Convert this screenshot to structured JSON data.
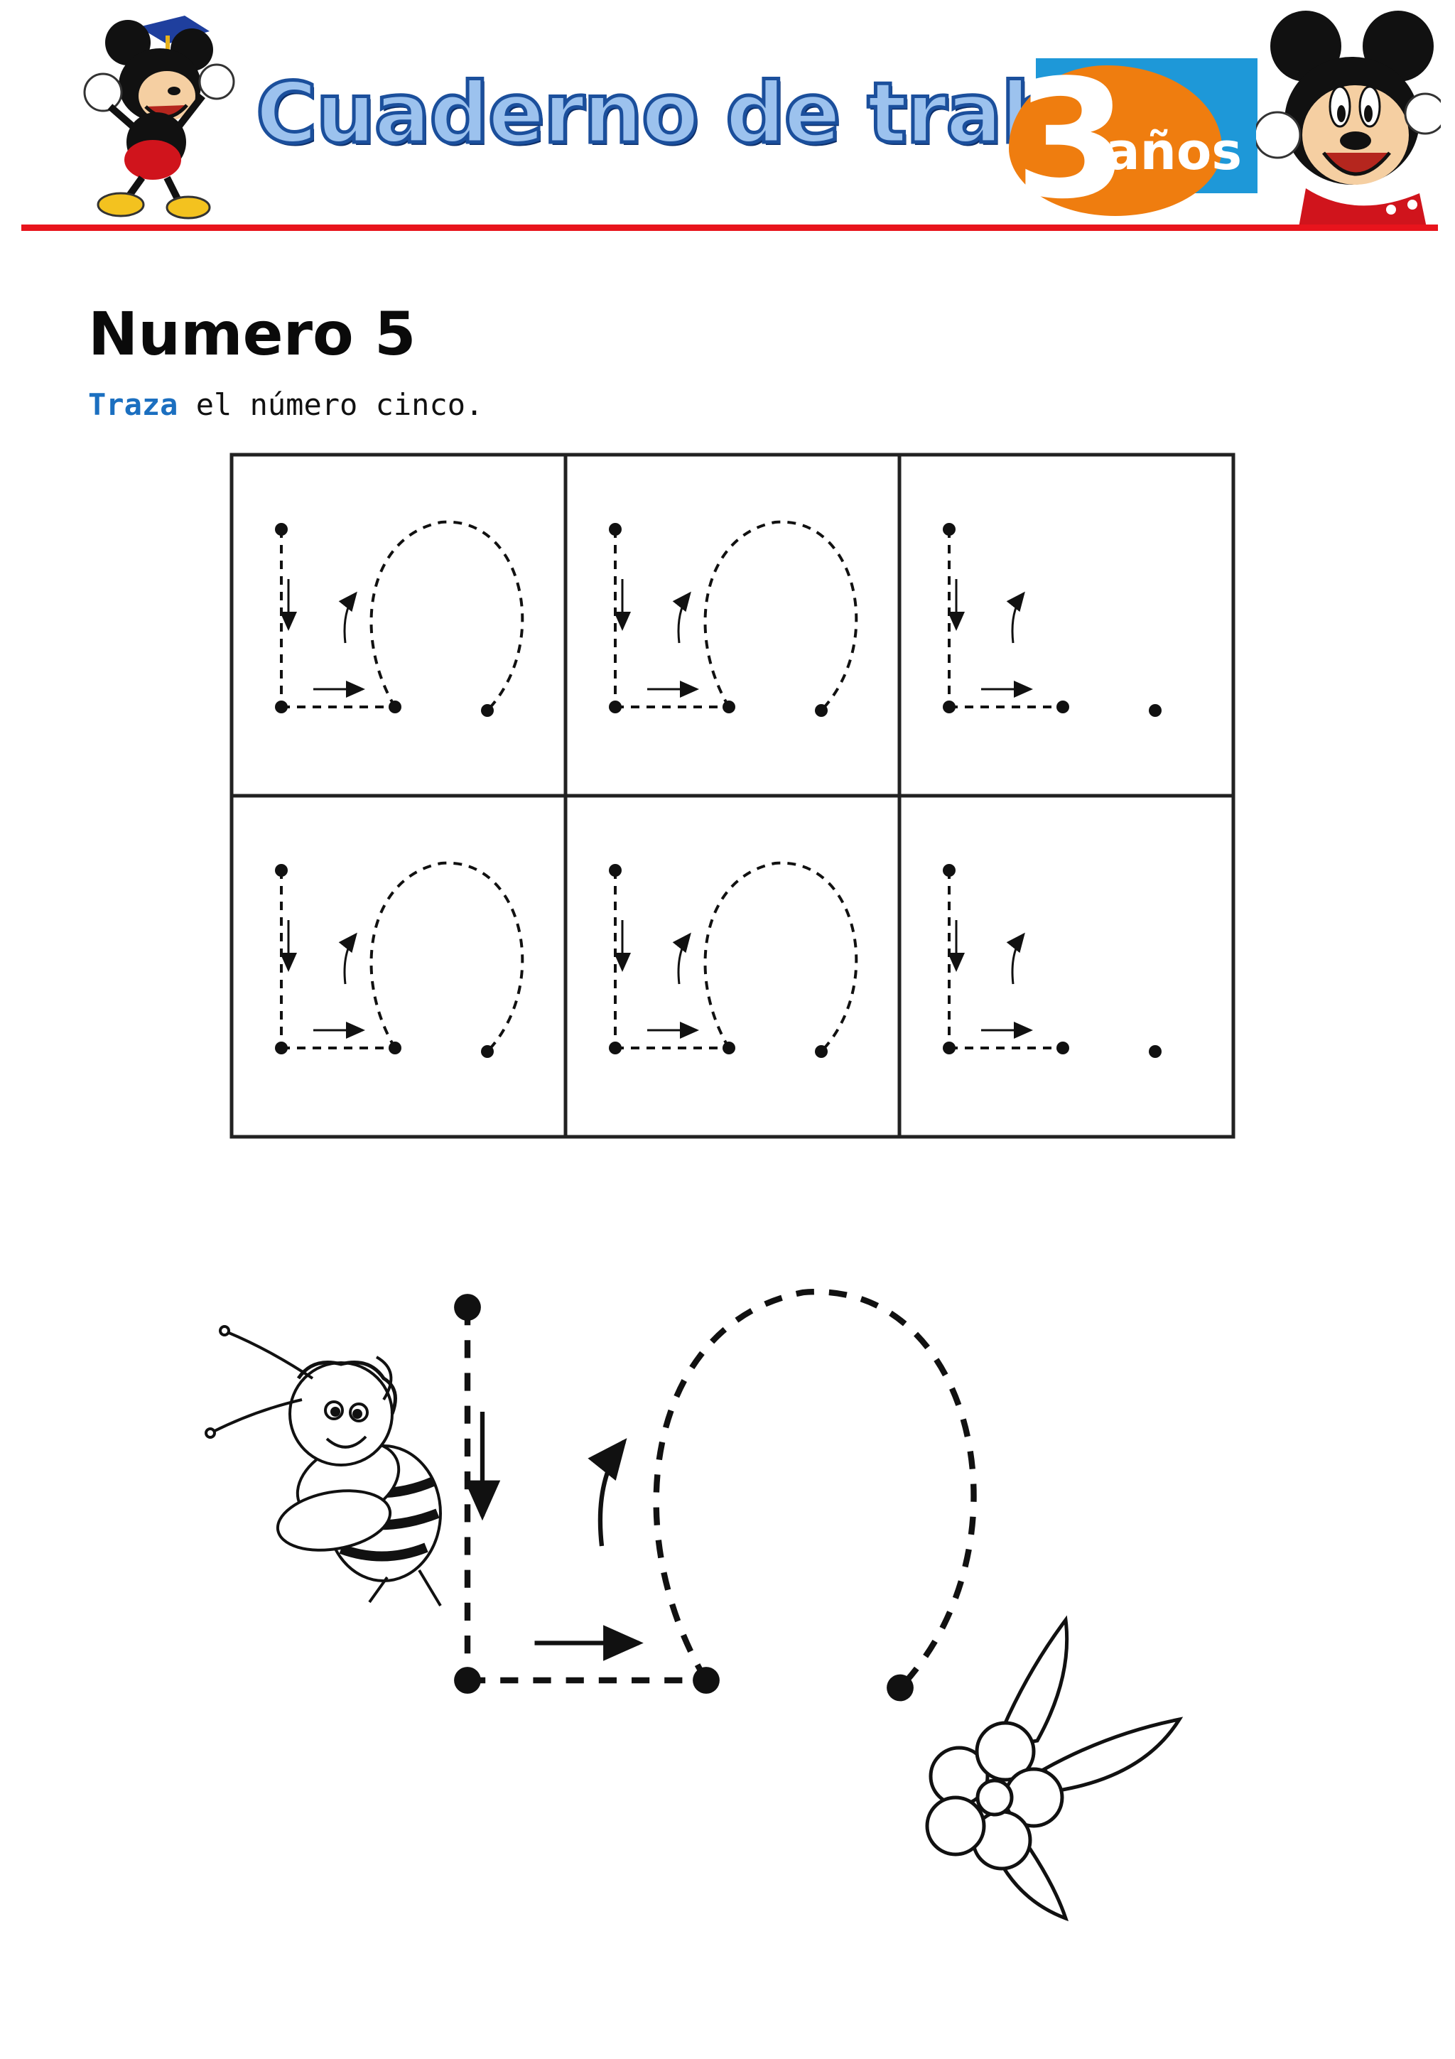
{
  "header": {
    "title": "Cuaderno de trabajo",
    "badge_number": "3",
    "badge_word": "años",
    "colors": {
      "rule": "#e8141c",
      "title_fill": "#9cc2ee",
      "title_outline": "#1b4f9c",
      "badge_orange": "#ef7d0f",
      "badge_blue": "#1e98d8"
    },
    "mascots": [
      "mickey-graduate-icon",
      "mickey-waving-icon"
    ]
  },
  "main": {
    "title": "Numero 5",
    "instruction_verb": "Traza",
    "instruction_rest": "el número cinco.",
    "practice_grid": {
      "rows": 2,
      "columns": 3,
      "cells": [
        {
          "guide": "full-five"
        },
        {
          "guide": "full-five"
        },
        {
          "guide": "partial-five"
        },
        {
          "guide": "full-five"
        },
        {
          "guide": "full-five"
        },
        {
          "guide": "partial-five"
        }
      ]
    },
    "large_trace": {
      "guide": "full-five",
      "decorations": [
        "bee-icon",
        "flower-icon"
      ]
    }
  }
}
